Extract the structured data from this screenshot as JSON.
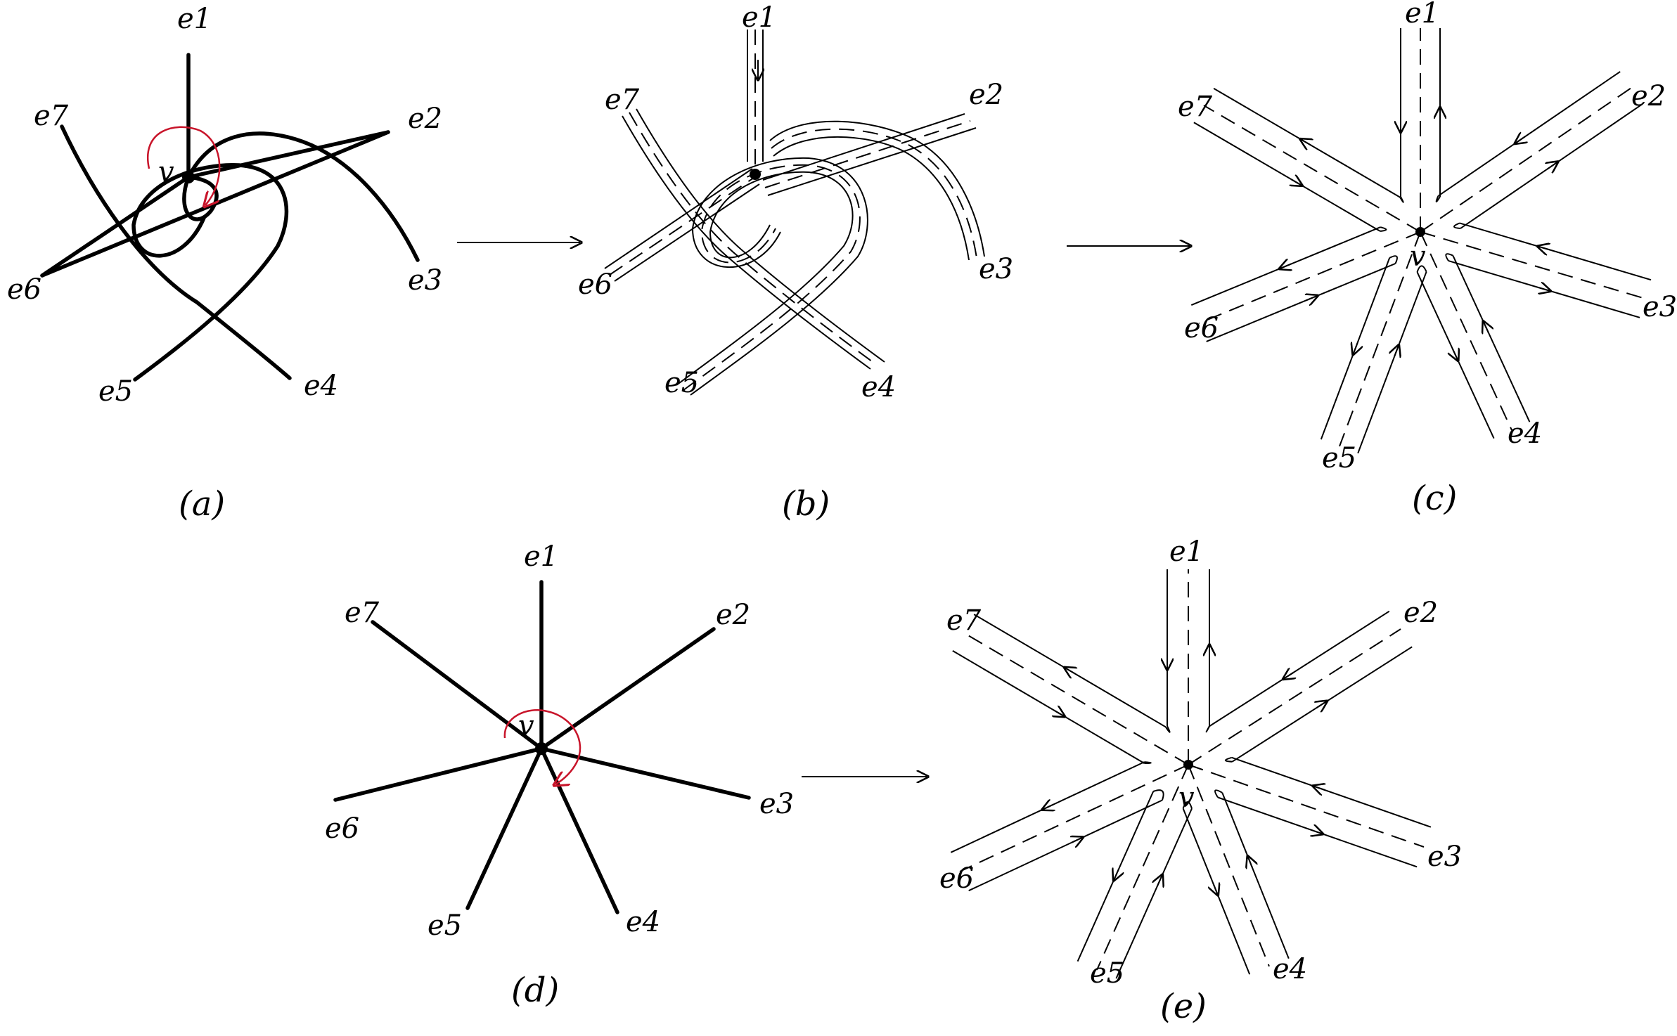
{
  "panels": [
    {
      "caption": "(a)",
      "vertex": "v",
      "edges": [
        "e1",
        "e2",
        "e3",
        "e4",
        "e5",
        "e6",
        "e7"
      ]
    },
    {
      "caption": "(b)",
      "edges": [
        "e1",
        "e2",
        "e3",
        "e4",
        "e5",
        "e6",
        "e7"
      ]
    },
    {
      "caption": "(c)",
      "vertex": "v",
      "edges": [
        "e1",
        "e2",
        "e3",
        "e4",
        "e5",
        "e6",
        "e7"
      ]
    },
    {
      "caption": "(d)",
      "vertex": "v",
      "edges": [
        "e1",
        "e2",
        "e3",
        "e4",
        "e5",
        "e6",
        "e7"
      ]
    },
    {
      "caption": "(e)",
      "vertex": "v",
      "edges": [
        "e1",
        "e2",
        "e3",
        "e4",
        "e5",
        "e6",
        "e7"
      ]
    }
  ],
  "colors": {
    "rotation_arrow": "#c8142a",
    "stroke": "#000000"
  }
}
